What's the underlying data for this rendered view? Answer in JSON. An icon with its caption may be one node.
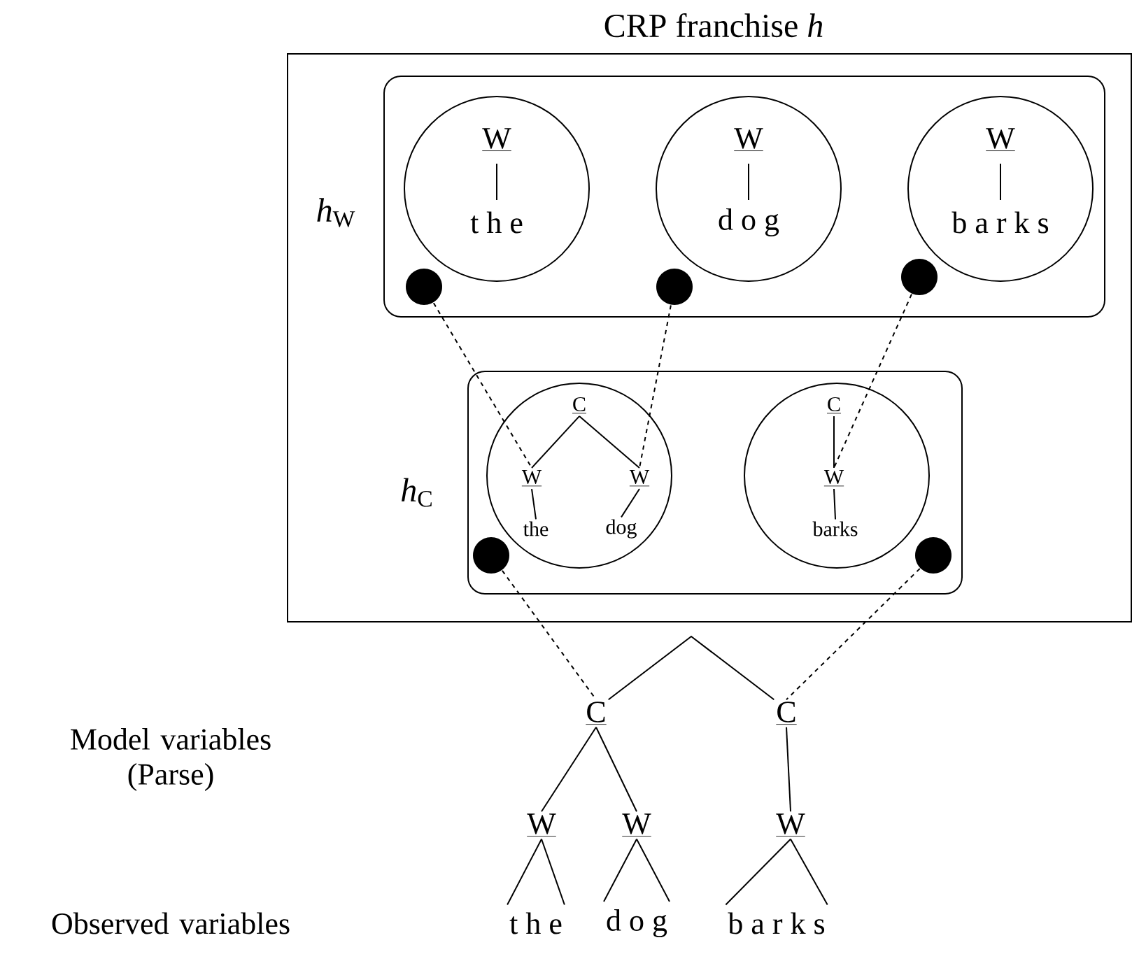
{
  "diagram": {
    "nodes": [
      {
        "text": [
          "CRP franchise *h*"
        ]
      },
      {
        "text": [
          "*h*$_{W}$"
        ],
        "in": 0
      },
      {
        "text": [
          "W",
          "t h e"
        ],
        "in": 1
      },
      {
        "text": [
          "W",
          "d o g"
        ],
        "in": 1
      },
      {
        "text": [
          "W",
          "b a r k s"
        ],
        "in": 1
      },
      {
        "text": [],
        "shape": "dot",
        "in": 1
      },
      {
        "text": [],
        "shape": "dot",
        "in": 1
      },
      {
        "text": [],
        "shape": "dot",
        "in": 1
      },
      {
        "text": [
          "*h*$_{C}$"
        ],
        "in": 0
      },
      {
        "text": [],
        "shape": "circle",
        "in": 8
      },
      {
        "text": [
          "C"
        ],
        "in": 9
      },
      {
        "text": [
          "W"
        ],
        "in": 9
      },
      {
        "text": [
          "W"
        ],
        "in": 9
      },
      {
        "text": [
          "the"
        ],
        "in": 9
      },
      {
        "text": [
          "dog"
        ],
        "in": 9
      },
      {
        "text": [],
        "shape": "circle",
        "in": 8
      },
      {
        "text": [
          "C"
        ],
        "in": 15
      },
      {
        "text": [
          "W"
        ],
        "in": 15
      },
      {
        "text": [
          "barks"
        ],
        "in": 15
      },
      {
        "text": [],
        "shape": "dot",
        "in": 8
      },
      {
        "text": [],
        "shape": "dot",
        "in": 8
      },
      {
        "text": [
          "C"
        ]
      },
      {
        "text": [
          "C"
        ]
      },
      {
        "text": [
          "W"
        ]
      },
      {
        "text": [
          "W"
        ]
      },
      {
        "text": [
          "W"
        ]
      },
      {
        "text": [
          "t h e"
        ]
      },
      {
        "text": [
          "d o g"
        ]
      },
      {
        "text": [
          "b a r k s"
        ]
      }
    ],
    "edges": [
      {
        "from": 10,
        "to": 11,
        "arrow": "none"
      },
      {
        "from": 10,
        "to": 12,
        "arrow": "none"
      },
      {
        "from": 11,
        "to": 13,
        "arrow": "none"
      },
      {
        "from": 12,
        "to": 14,
        "arrow": "none"
      },
      {
        "from": 16,
        "to": 17,
        "arrow": "none"
      },
      {
        "from": 17,
        "to": 18,
        "arrow": "none"
      },
      {
        "from": 5,
        "to": 11,
        "arrow": "none",
        "style": "dashed"
      },
      {
        "from": 6,
        "to": 12,
        "arrow": "none",
        "style": "dashed"
      },
      {
        "from": 7,
        "to": 17,
        "arrow": "none",
        "style": "dashed"
      },
      {
        "from": 19,
        "to": 21,
        "arrow": "none",
        "style": "dashed"
      },
      {
        "from": 20,
        "to": 22,
        "arrow": "none",
        "style": "dashed"
      },
      {
        "from": 21,
        "to": 22,
        "arrow": "none"
      },
      {
        "from": 21,
        "to": 23,
        "arrow": "none"
      },
      {
        "from": 21,
        "to": 24,
        "arrow": "none"
      },
      {
        "from": 22,
        "to": 25,
        "arrow": "none"
      },
      {
        "from": 23,
        "to": 26,
        "arrow": "none"
      },
      {
        "from": 23,
        "to": 26,
        "arrow": "none"
      },
      {
        "from": 24,
        "to": 27,
        "arrow": "none"
      },
      {
        "from": 24,
        "to": 27,
        "arrow": "none"
      },
      {
        "from": 25,
        "to": 28,
        "arrow": "none"
      },
      {
        "from": 25,
        "to": 28,
        "arrow": "none"
      }
    ],
    "labels": [
      "Model variables (Parse)",
      "Observed variables"
    ]
  }
}
